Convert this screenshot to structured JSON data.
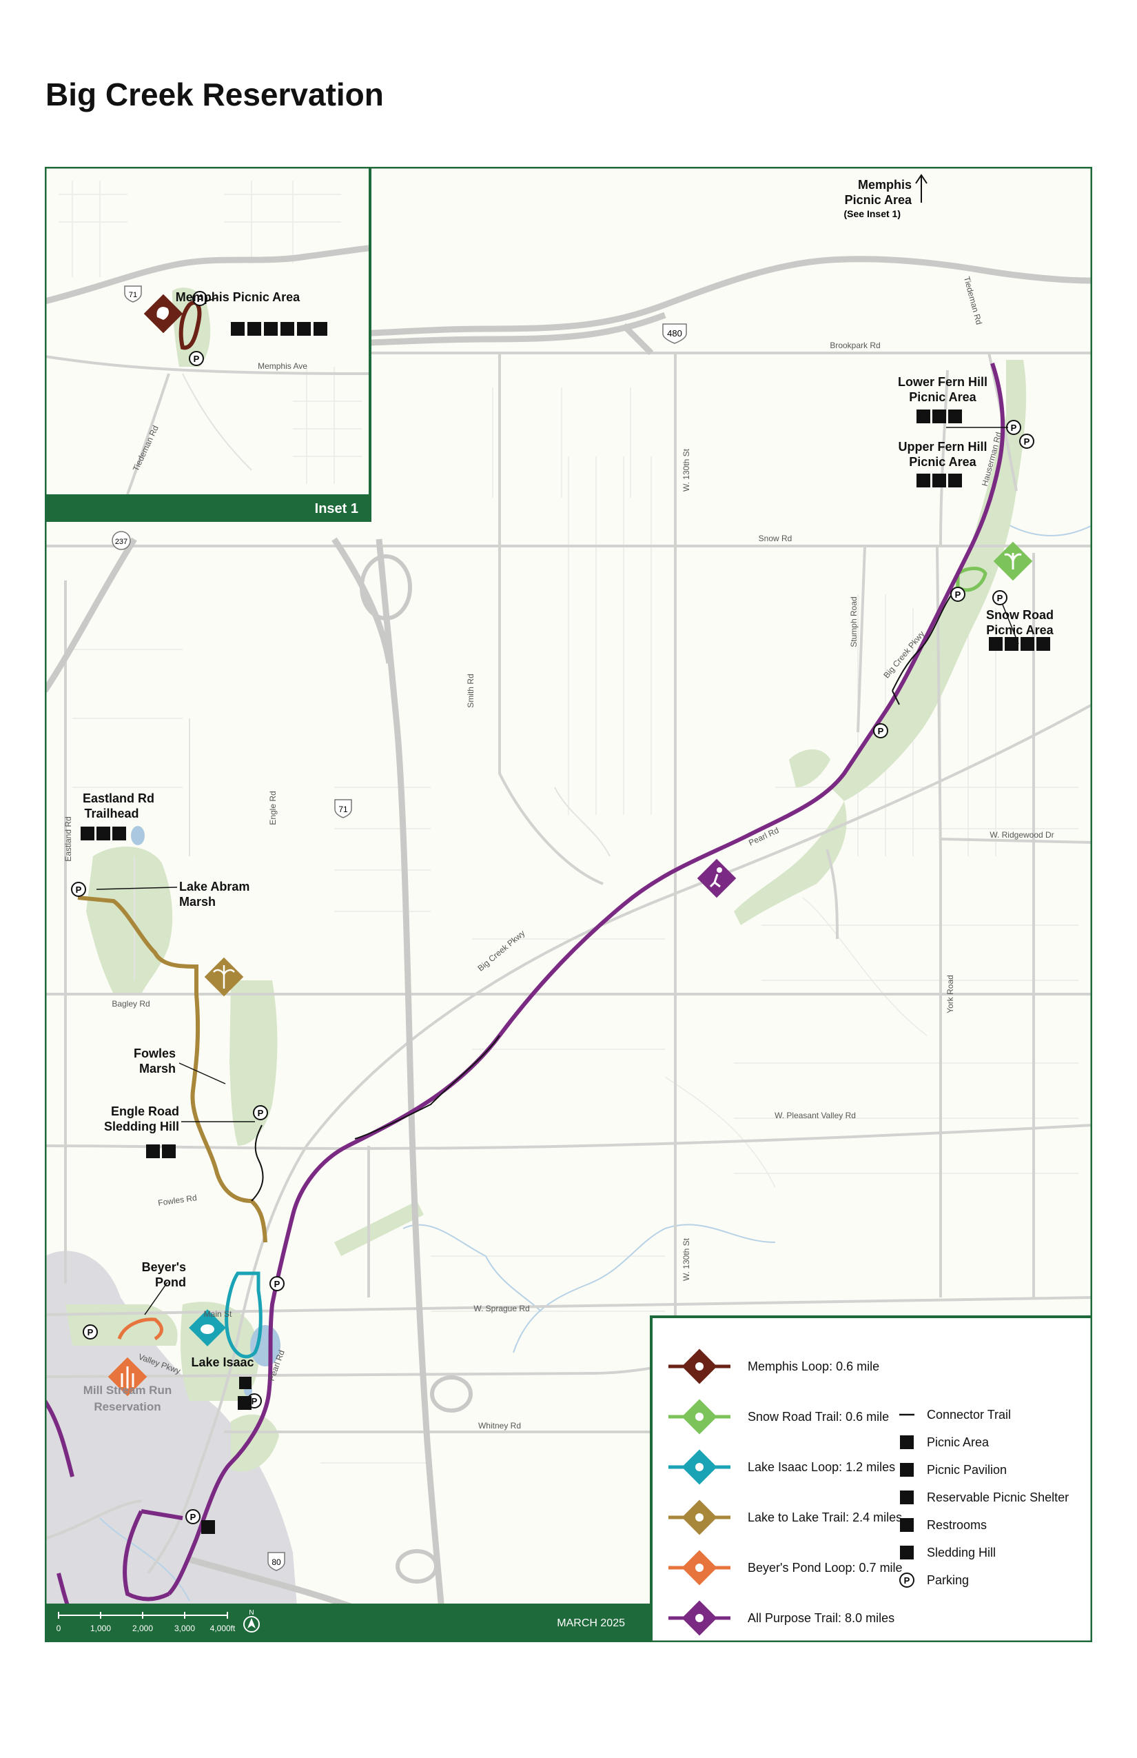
{
  "title": "Big Creek Reservation",
  "inset": {
    "label": "Inset 1",
    "place": "Memphis Picnic Area",
    "roads": {
      "memphis_ave": "Memphis Ave",
      "tiedeman": "Tiedeman Rd",
      "i71": "71"
    }
  },
  "pointer": {
    "line1": "Memphis",
    "line2": "Picnic Area",
    "line3": "(See Inset 1)"
  },
  "roads": {
    "i480": "480",
    "i71": "71",
    "i80": "80",
    "sr237": "237",
    "brookpark": "Brookpark Rd",
    "snow": "Snow Rd",
    "tiedeman": "Tiedeman Rd",
    "hauserman": "Hauserman Rd",
    "stumph": "Stumph Road",
    "w130": "W. 130th St",
    "w130b": "W. 130th St",
    "smith": "Smith Rd",
    "engle": "Engle Rd",
    "eastland": "Eastland Rd",
    "bagley": "Bagley Rd",
    "fowles": "Fowles Rd",
    "main": "Main St",
    "sprague": "W. Sprague Rd",
    "whitney": "Whitney Rd",
    "pearl": "Pearl Rd",
    "pearl2": "Pearl Rd",
    "ridgewood": "W. Ridgewood Dr",
    "york": "York Road",
    "pleasant_valley": "W. Pleasant Valley Rd",
    "valley_pkwy": "Valley Pkwy",
    "big_creek_pkwy_a": "Big Creek Pkwy",
    "big_creek_pkwy_b": "Big Creek Pkwy"
  },
  "places": {
    "lower_fern_1": "Lower Fern Hill",
    "lower_fern_2": "Picnic Area",
    "upper_fern_1": "Upper Fern Hill",
    "upper_fern_2": "Picnic Area",
    "snow_road_1": "Snow Road",
    "snow_road_2": "Picnic Area",
    "eastland_1": "Eastland Rd",
    "eastland_2": "Trailhead",
    "lake_abram_1": "Lake Abram",
    "lake_abram_2": "Marsh",
    "fowles_1": "Fowles",
    "fowles_2": "Marsh",
    "engle_hill_1": "Engle Road",
    "engle_hill_2": "Sledding Hill",
    "beyers_1": "Beyer's",
    "beyers_2": "Pond",
    "lake_isaac": "Lake Isaac",
    "mill_stream_1": "Mill Stream Run",
    "mill_stream_2": "Reservation"
  },
  "legend": {
    "trails": [
      {
        "label": "Memphis Loop: 0.6 mile",
        "color": "#6b2216",
        "icon": "squirrel-icon"
      },
      {
        "label": "Snow Road Trail: 0.6 mile",
        "color": "#7cc35a",
        "icon": "butterfly-icon"
      },
      {
        "label": "Lake Isaac Loop: 1.2 miles",
        "color": "#1aa3b5",
        "icon": "frog-icon"
      },
      {
        "label": "Lake to Lake Trail: 2.4 miles",
        "color": "#a8863a",
        "icon": "cattail-icon"
      },
      {
        "label": "Beyer's Pond Loop: 0.7 mile",
        "color": "#e8743d",
        "icon": "dragonfly-icon"
      },
      {
        "label": "All Purpose Trail: 8.0 miles",
        "color": "#7b2a83",
        "icon": "runner-icon"
      }
    ],
    "symbols": [
      {
        "label": "Connector Trail",
        "icon": "connector-line-icon"
      },
      {
        "label": "Picnic Area",
        "icon": "picnic-table-icon"
      },
      {
        "label": "Picnic Pavilion",
        "icon": "pavilion-icon"
      },
      {
        "label": "Reservable Picnic Shelter",
        "icon": "shelter-icon"
      },
      {
        "label": "Restrooms",
        "icon": "restrooms-icon"
      },
      {
        "label": "Sledding Hill",
        "icon": "sledding-icon"
      },
      {
        "label": "Parking",
        "icon": "parking-icon"
      }
    ]
  },
  "footer": {
    "date": "MARCH 2025",
    "scale": [
      "0",
      "1,000",
      "2,000",
      "3,000",
      "4,000ft"
    ],
    "north": "N"
  },
  "colors": {
    "frame": "#1e6a3a",
    "parkland": "#d7e5c8",
    "water": "#aac8e0",
    "background": "#fcfcf7",
    "urban": "#dcdce0",
    "all_purpose": "#7b2a83",
    "lake_to_lake": "#a8863a"
  }
}
